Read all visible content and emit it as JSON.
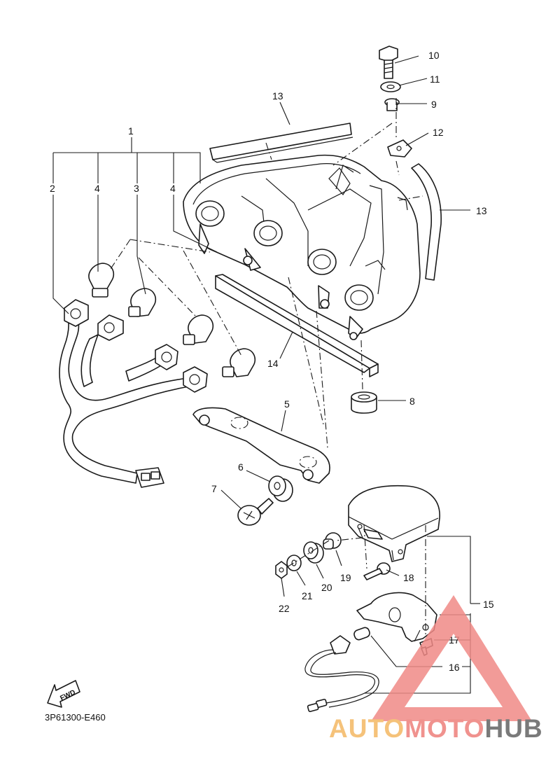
{
  "callouts": {
    "c1": "1",
    "c2": "2",
    "c3": "3",
    "c4a": "4",
    "c4b": "4",
    "c5": "5",
    "c6": "6",
    "c7": "7",
    "c8": "8",
    "c9": "9",
    "c10": "10",
    "c11": "11",
    "c12": "12",
    "c13a": "13",
    "c13b": "13",
    "c14": "14",
    "c15": "15",
    "c16": "16",
    "c17": "17",
    "c18": "18",
    "c19": "19",
    "c20": "20",
    "c21": "21",
    "c22": "22"
  },
  "fwd_label": "FWD",
  "diagram_code": "3P61300-E460",
  "watermark": {
    "part1": "AUTO",
    "part2": "MOTO",
    "part3": "HUB"
  },
  "colors": {
    "line": "#1a1a1a",
    "watermark_red": "#f08a86",
    "watermark_orange": "#f5c27a",
    "watermark_gray": "#7a7a7a"
  }
}
